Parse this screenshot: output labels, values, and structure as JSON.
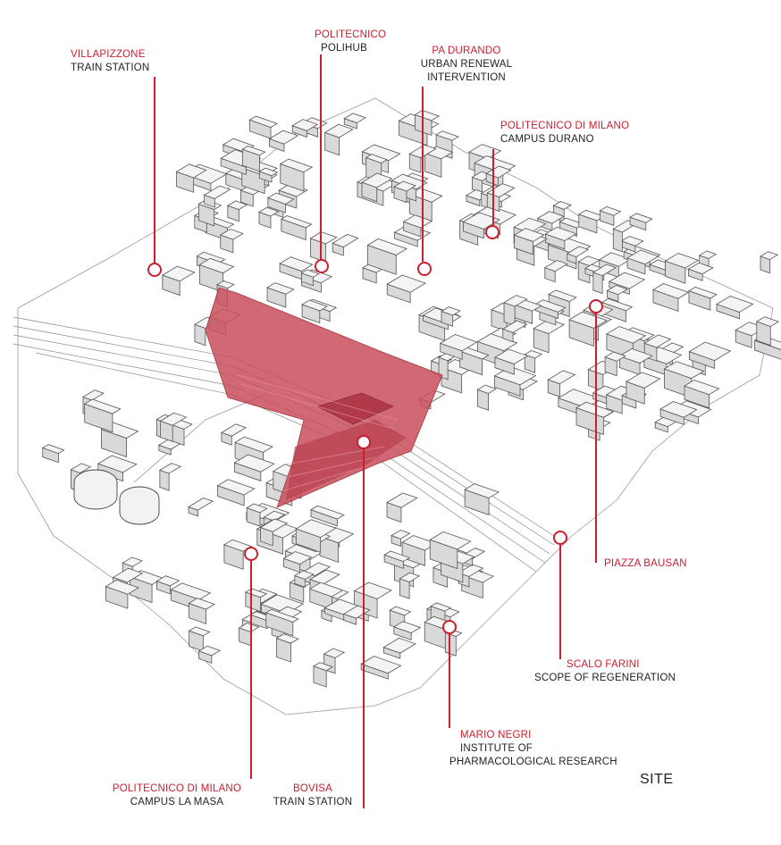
{
  "colors": {
    "accent": "#c8202e",
    "site_fill": "#c94f5c",
    "ink": "#222222"
  },
  "labels": {
    "villapizzone": {
      "title": "VILLAPIZZONE",
      "sub": "TRAIN STATION"
    },
    "polihub": {
      "title": "POLITECNICO",
      "sub": "POLIHUB"
    },
    "pa_durando": {
      "title": "PA DURANDO",
      "sub1": "URBAN RENEWAL",
      "sub2": "INTERVENTION"
    },
    "campus_durano": {
      "title": "POLITECNICO DI MILANO",
      "sub": "CAMPUS DURANO"
    },
    "piazza_bausan": {
      "title": "PIAZZA BAUSAN"
    },
    "scalo_farini": {
      "title": "SCALO FARINI",
      "sub": "SCOPE OF REGENERATION"
    },
    "mario_negri": {
      "title": "MARIO NEGRI",
      "sub1": "INSTITUTE OF",
      "sub2": "PHARMACOLOGICAL RESEARCH"
    },
    "campus_la_masa": {
      "title": "POLITECNICO DI MILANO",
      "sub": "CAMPUS LA MASA"
    },
    "bovisa": {
      "title": "BOVISA",
      "sub": "TRAIN STATION"
    }
  },
  "site_label": "SITE"
}
